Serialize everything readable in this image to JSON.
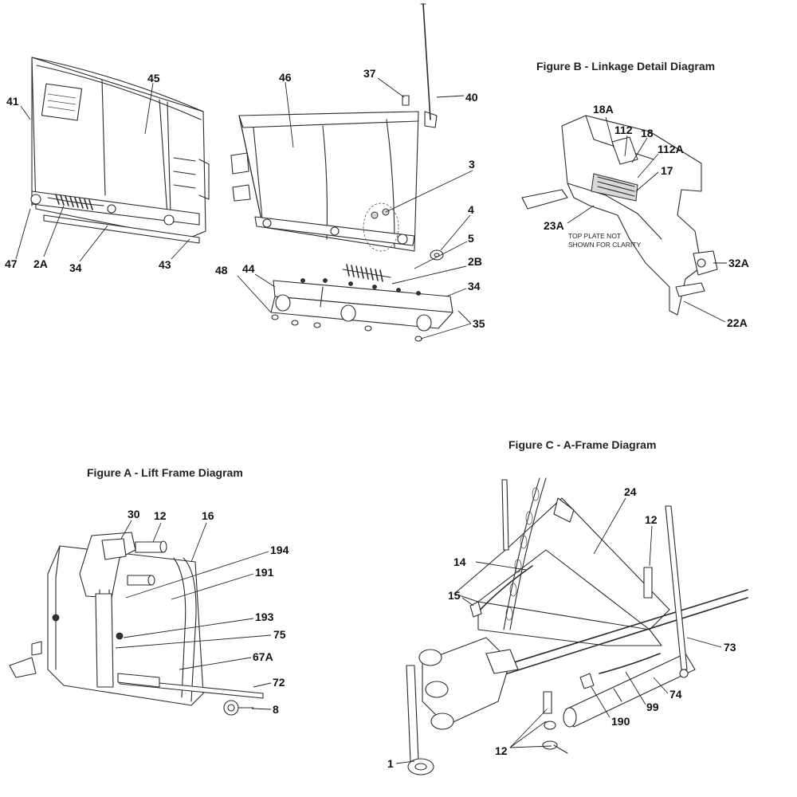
{
  "figures": {
    "blade": {
      "labels": [
        "41",
        "45",
        "46",
        "37",
        "40",
        "3",
        "4",
        "5",
        "2B",
        "34",
        "35",
        "48",
        "44",
        "47",
        "2A",
        "34",
        "43"
      ]
    },
    "figure_b": {
      "title": "Figure B - Linkage Detail Diagram",
      "note_line1": "TOP PLATE NOT",
      "note_line2": "SHOWN FOR CLARITY",
      "labels": [
        "18A",
        "112",
        "18",
        "112A",
        "17",
        "23A",
        "32A",
        "22A"
      ]
    },
    "figure_a": {
      "title": "Figure A - Lift Frame Diagram",
      "labels": [
        "30",
        "12",
        "16",
        "194",
        "191",
        "193",
        "75",
        "67A",
        "72",
        "8"
      ]
    },
    "figure_c": {
      "title": "Figure C - A-Frame Diagram",
      "labels": [
        "24",
        "12",
        "14",
        "15",
        "73",
        "74",
        "99",
        "190",
        "12",
        "1"
      ]
    }
  },
  "colors": {
    "line": "#2a2a2a",
    "text": "#111111",
    "background": "#ffffff"
  }
}
